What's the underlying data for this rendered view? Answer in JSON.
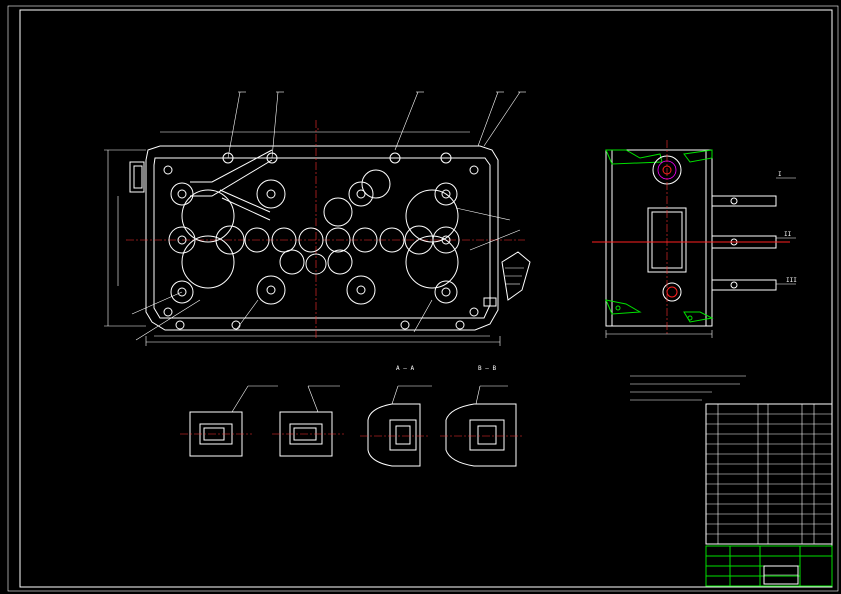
{
  "sheet": {
    "background": "#000000",
    "line_color": "#ffffff",
    "accent_green": "#00e000",
    "accent_red": "#ff2020",
    "accent_magenta": "#ff00ff"
  },
  "labels": {
    "section_a": "A — A",
    "section_b": "B — B"
  },
  "side_view": {
    "callouts": [
      "I",
      "II",
      "III"
    ]
  }
}
